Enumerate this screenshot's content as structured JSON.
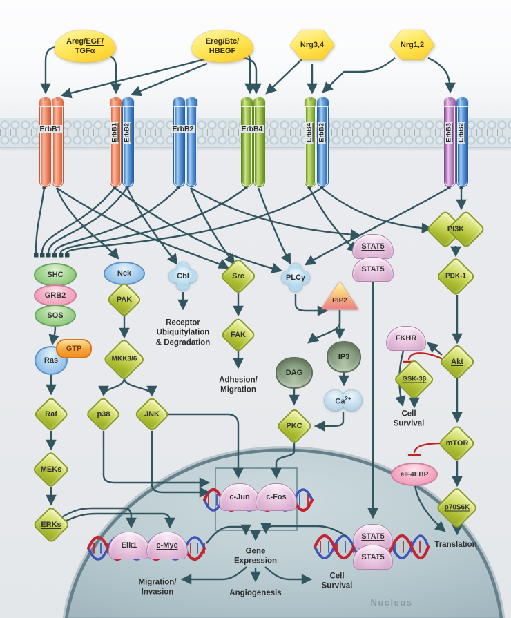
{
  "ligands": {
    "areg": {
      "pre": "Areg/",
      "u1": "EGF/",
      "u2": "TGFα"
    },
    "ereg": {
      "l1": "Ereg/Btc/",
      "l2": "HBEGF"
    },
    "nrg34": {
      "label": "Nrg3,4"
    },
    "nrg12": {
      "label": "Nrg1,2"
    }
  },
  "receptors": {
    "r1": "ErbB1",
    "r2a": "ErbB1",
    "r2b": "ErbB2",
    "r3": "ErbB2",
    "r4": "ErbB4",
    "r5a": "ErbB4",
    "r5b": "ErbB2",
    "r6a": "ErbB3",
    "r6b": "ErbB2"
  },
  "nodes": {
    "shc": "SHC",
    "grb2": "GRB2",
    "sos": "SOS",
    "nck": "Nck",
    "pak": "PAK",
    "cbl": "Cbl",
    "src": "Src",
    "plcg": "PLCγ",
    "stat5a": "STAT5",
    "stat5b": "STAT5",
    "pi3k": "PI3K",
    "pip2": "PIP2",
    "gtp": "GTP",
    "ras": "Ras",
    "mkk36": "MKK3/6",
    "pdk1": "PDK-1",
    "raf": "Raf",
    "p38": "p38",
    "jnk": "JNK",
    "fak": "FAK",
    "dag": "DAG",
    "ip3": "IP3",
    "ca_main": "Ca",
    "ca_sup": "2+",
    "pkc": "PKC",
    "fkhr": "FKHR",
    "akt": "Akt",
    "gsk3b": "GSK-3β",
    "meks": "MEKs",
    "erks": "ERKs",
    "mtor": "mTOR",
    "eif4ebp": "eIF4EBP",
    "p70s6k": "p70S6K",
    "stat5n1": "STAT5",
    "stat5n2": "STAT5",
    "cjun": "c-Jun",
    "cfos": "c-Fos",
    "elk1": "Elk1",
    "cmyc": "c-Myc"
  },
  "texts": {
    "receptor_ubiq": {
      "l1": "Receptor",
      "l2": "Ubiquitylation",
      "l3": "& Degradation"
    },
    "adhesion": {
      "l1": "Adhesion/",
      "l2": "Migration"
    },
    "cell_survival_right": {
      "l1": "Cell",
      "l2": "Survival"
    },
    "translation": "Translation",
    "gene_expression": {
      "l1": "Gene",
      "l2": "Expression"
    },
    "migration": {
      "l1": "Migration/",
      "l2": "Invasion"
    },
    "angiogenesis": "Angiogenesis",
    "cell_survival_nucleus": {
      "l1": "Cell",
      "l2": "Survival"
    },
    "nucleus": "Nucleus"
  },
  "colors": {
    "arrow": "#31565f",
    "inhibition": "#bf2428",
    "ligand_yellow": "#ffe75c",
    "diamond_green": "#b3c437",
    "receptor_orange": "#ef906c",
    "receptor_blue": "#5d98d9",
    "receptor_green": "#9ec34c",
    "receptor_violet": "#c28fc8",
    "dome_pink": "#e6c0dc",
    "dna_red": "#c32433",
    "dna_blue": "#4053b8",
    "nucleus_fill": "#b5c8cd"
  }
}
